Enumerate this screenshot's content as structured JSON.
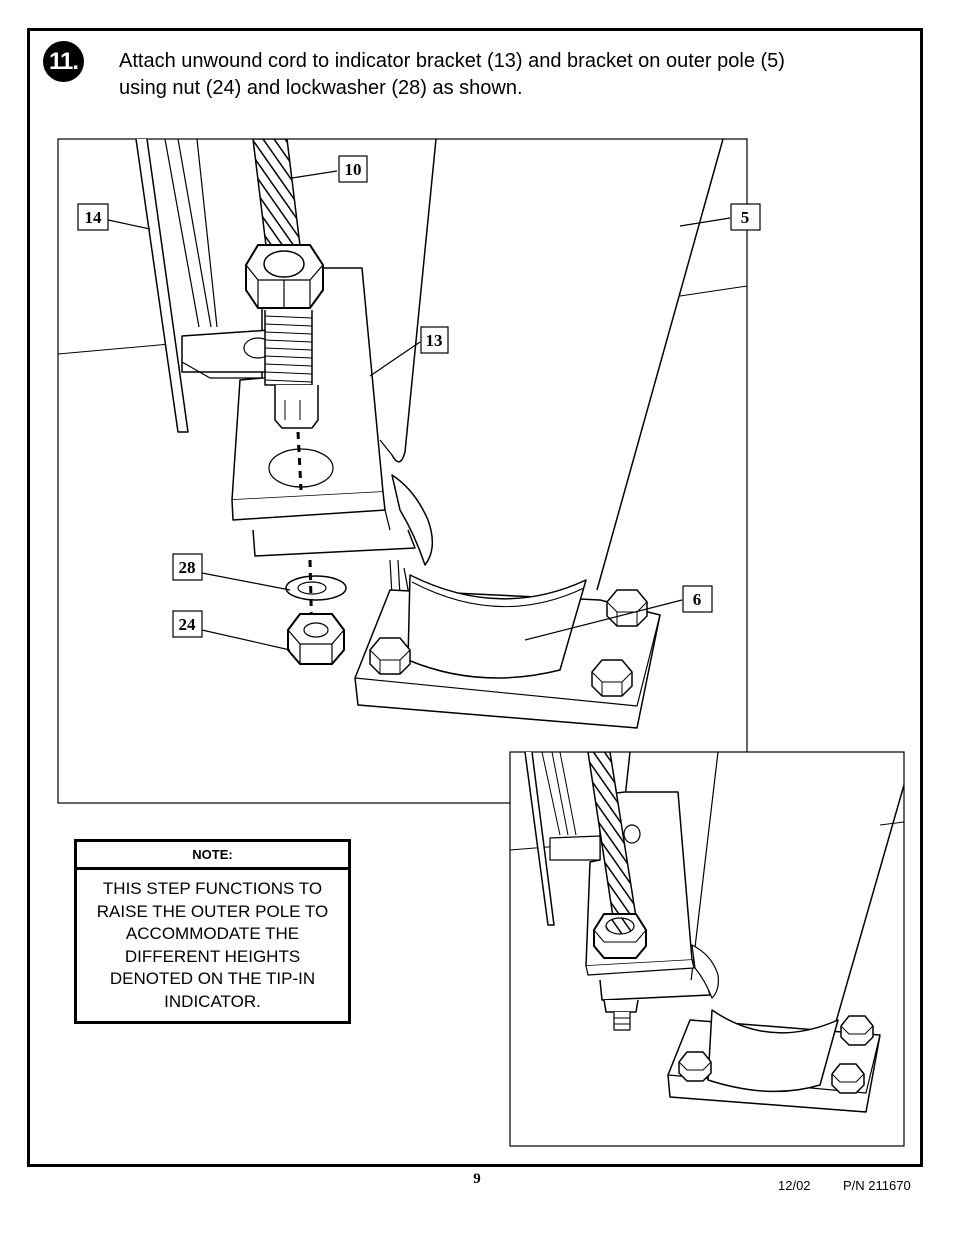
{
  "step": {
    "number": "11.",
    "instruction_lines": [
      "Attach unwound cord to indicator bracket (13) and bracket on outer pole (5)",
      "using nut (24) and lockwasher (28) as shown."
    ]
  },
  "callouts": {
    "c10": "10",
    "c14": "14",
    "c5": "5",
    "c13": "13",
    "c28": "28",
    "c24": "24",
    "c6": "6"
  },
  "note": {
    "heading": "NOTE:",
    "lines": [
      "THIS STEP FUNCTIONS TO",
      "RAISE THE OUTER POLE TO",
      "ACCOMMODATE THE",
      "DIFFERENT HEIGHTS",
      "DENOTED ON THE TIP-IN",
      "INDICATOR."
    ]
  },
  "footer": {
    "page_number": "9",
    "date": "12/02",
    "part_number": "P/N 211670"
  }
}
